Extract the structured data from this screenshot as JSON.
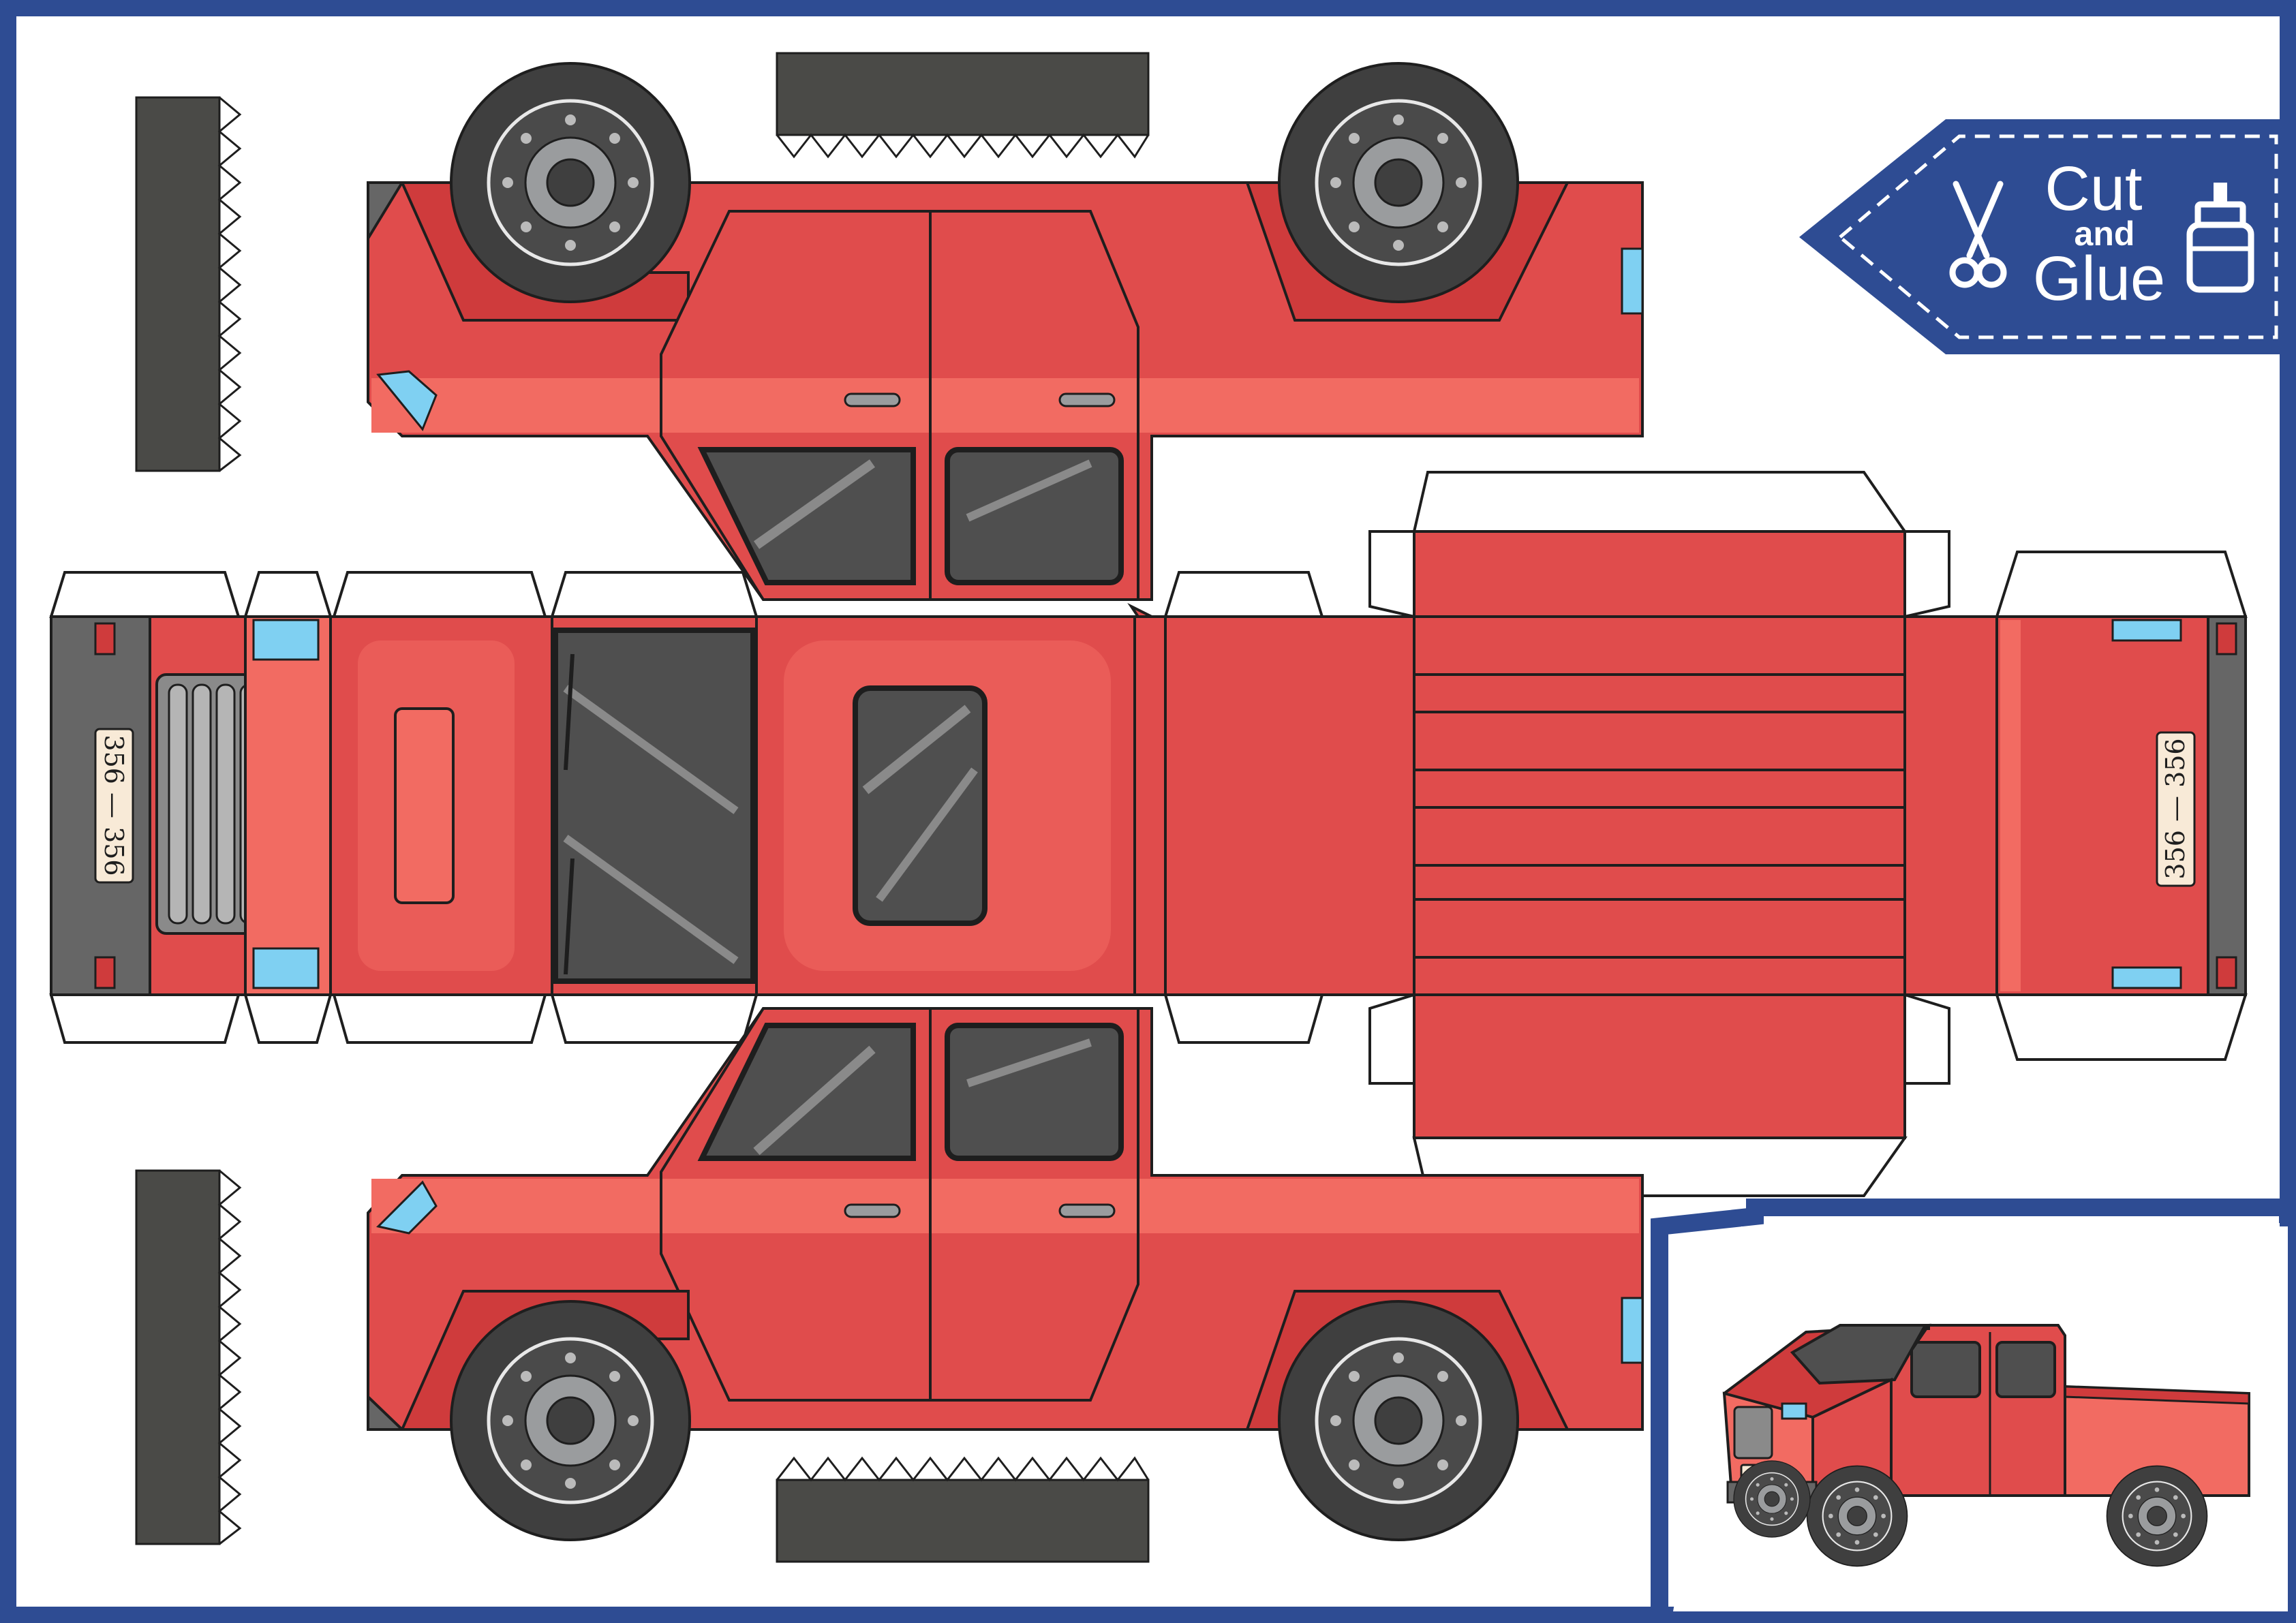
{
  "colors": {
    "frame": "#2e4c93",
    "body_red": "#e04c4c",
    "body_light": "#f26b62",
    "body_dark": "#cf3b3c",
    "outline": "#1e1e1e",
    "tire": "#444444",
    "hub": "#9a9c9e",
    "glass": "#4f4f4f",
    "light_blue": "#7fd0f2",
    "tab_grey": "#4a4a47",
    "plate_bg": "#f8ead7"
  },
  "badge": {
    "cut": "Cut",
    "and": "and",
    "glue": "Glue",
    "scissors_icon": "scissors-icon",
    "glue_icon": "glue-bottle-icon"
  },
  "plates": {
    "front": "356 — 356",
    "rear": "356 — 356"
  }
}
